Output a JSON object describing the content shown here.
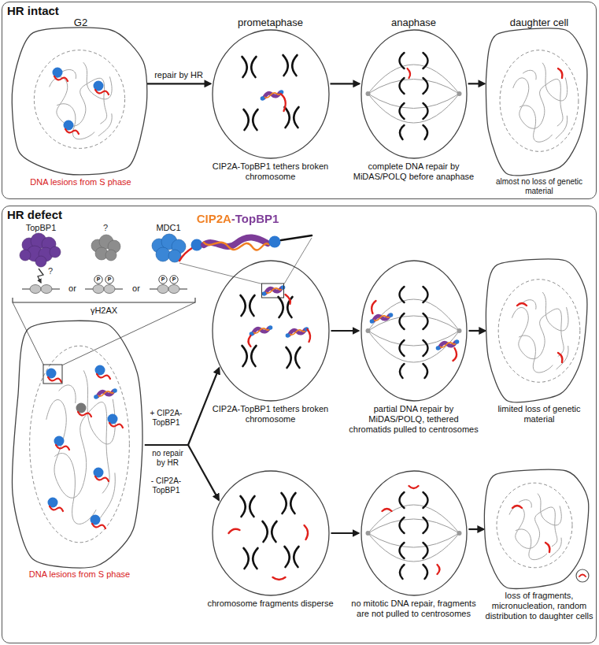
{
  "diagram": {
    "nodes": [
      {
        "text": [
          "HR intact"
        ]
      },
      {
        "text": [
          "G2",
          "DNA lesions from S phase"
        ],
        "in": 0
      },
      {
        "text": [
          "prometaphase",
          "CIP2A-TopBP1 tethers broken chromosome"
        ],
        "in": 0
      },
      {
        "text": [
          "anaphase",
          "complete DNA repair by MiDAS/POLQ before anaphase"
        ],
        "in": 0
      },
      {
        "text": [
          "daughter cell",
          "almost no loss of genetic material"
        ],
        "in": 0
      },
      {
        "text": [
          "HR defect"
        ]
      },
      {
        "text": [
          "DNA lesions from S phase"
        ],
        "in": 5
      },
      {
        "text": [
          "CIP2A-TopBP1 tethers broken chromosome"
        ],
        "in": 5
      },
      {
        "text": [
          "partial DNA repair by MiDAS/POLQ, tethered chromatids pulled to centrosomes"
        ],
        "in": 5
      },
      {
        "text": [
          "limited loss of genetic material"
        ],
        "in": 5
      },
      {
        "text": [
          "chromosome fragments disperse"
        ],
        "in": 5
      },
      {
        "text": [
          "no mitotic DNA repair, fragments are not pulled to centrosomes"
        ],
        "in": 5
      },
      {
        "text": [
          "loss of fragments, micronucleation, random distribution to daughter cells"
        ],
        "in": 5
      }
    ],
    "edges": [
      {
        "from": 1,
        "to": 2,
        "arrow": "to",
        "label": "repair by HR"
      },
      {
        "from": 2,
        "to": 3,
        "arrow": "to"
      },
      {
        "from": 3,
        "to": 4,
        "arrow": "to"
      },
      {
        "from": 6,
        "to": 7,
        "arrow": "to",
        "label": "+ CIP2A-TopBP1"
      },
      {
        "from": 6,
        "to": 10,
        "arrow": "to",
        "label": "- CIP2A-TopBP1"
      },
      {
        "from": 7,
        "to": 8,
        "arrow": "to"
      },
      {
        "from": 8,
        "to": 9,
        "arrow": "to"
      },
      {
        "from": 10,
        "to": 11,
        "arrow": "to"
      },
      {
        "from": 11,
        "to": 12,
        "arrow": "to"
      }
    ],
    "labels": [
      "TopBP1",
      "?",
      "MDC1",
      "?",
      "or",
      "P",
      "P",
      "or",
      "P",
      "P",
      "γH2AX",
      "CIP2A-TopBP1",
      "no repair by HR"
    ]
  }
}
